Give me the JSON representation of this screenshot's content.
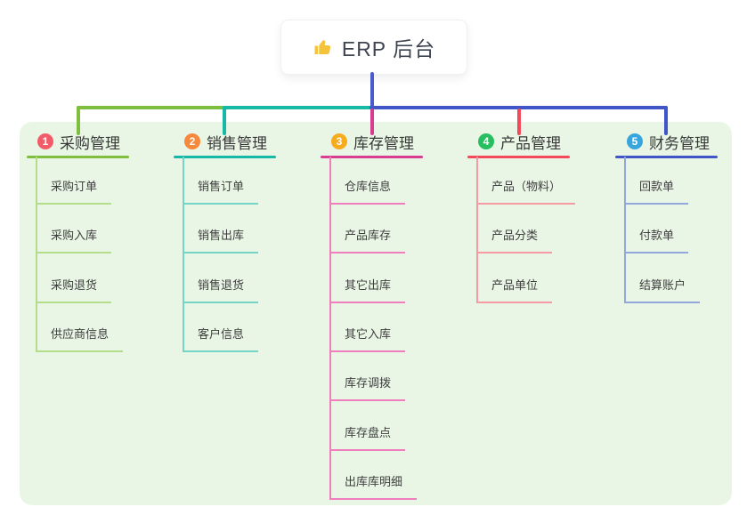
{
  "root": {
    "title": "ERP 后台",
    "icon": "thumbs-up",
    "icon_color": "#f5c33b",
    "line_color": "#4a5bce"
  },
  "colors": {
    "panel_bg": "#e9f6e5",
    "trunk_blue": "#4156c6",
    "header_text": "#383838",
    "item_text": "#3e3e3e"
  },
  "branches": [
    {
      "number": "1",
      "label": "采购管理",
      "color": "#7fbf3f",
      "tint": "#b4dd8a",
      "badge_color": "#f25c68",
      "items": [
        "采购订单",
        "采购入库",
        "采购退货",
        "供应商信息"
      ]
    },
    {
      "number": "2",
      "label": "销售管理",
      "color": "#16b8a6",
      "tint": "#74d4c6",
      "badge_color": "#f8883b",
      "items": [
        "销售订单",
        "销售出库",
        "销售退货",
        "客户信息"
      ]
    },
    {
      "number": "3",
      "label": "库存管理",
      "color": "#d83d92",
      "tint": "#ef7fbc",
      "badge_color": "#f6ac1d",
      "items": [
        "仓库信息",
        "产品库存",
        "其它出库",
        "其它入库",
        "库存调拨",
        "库存盘点",
        "出库库明细"
      ]
    },
    {
      "number": "4",
      "label": "产品管理",
      "color": "#f4495a",
      "tint": "#f89aa4",
      "badge_color": "#27be5f",
      "items": [
        "产品（物料）",
        "产品分类",
        "产品单位"
      ]
    },
    {
      "number": "5",
      "label": "财务管理",
      "color": "#4156c6",
      "tint": "#93a7db",
      "badge_color": "#38a6dd",
      "items": [
        "回款单",
        "付款单",
        "结算账户"
      ]
    }
  ]
}
